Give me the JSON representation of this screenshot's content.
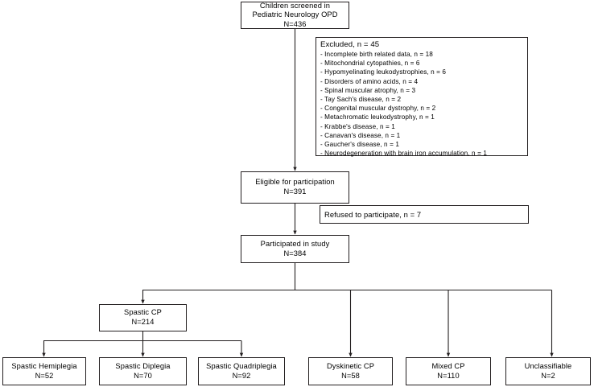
{
  "figure": {
    "type": "flowchart",
    "title_box": {
      "lines": [
        "Children screened in",
        "Pediatric Neurology OPD",
        "N=436"
      ]
    },
    "excluded_box": {
      "title": "Excluded, n = 45",
      "items": [
        "- Incomplete birth related data, n = 18",
        "- Mitochondrial cytopathies, n = 6",
        "- Hypomyelinating leukodystrophies, n = 6",
        "- Disorders of amino acids, n = 4",
        "- Spinal muscular atrophy, n = 3",
        "- Tay Sach's disease, n = 2",
        "- Congenital muscular dystrophy, n = 2",
        "- Metachromatic leukodystrophy, n = 1",
        "- Krabbe's disease, n = 1",
        "- Canavan's disease, n = 1",
        "- Gaucher's disease, n = 1",
        "- Neurodegeneration with brain iron accumulation, n = 1"
      ]
    },
    "eligible_box": {
      "lines": [
        "Eligible for participation",
        "N=391"
      ]
    },
    "refused_box": {
      "text": "Refused to participate, n = 7"
    },
    "participated_box": {
      "lines": [
        "Participated in study",
        "N=384"
      ]
    },
    "spastic_cp_box": {
      "lines": [
        "Spastic CP",
        "N=214"
      ]
    },
    "subtype_boxes": [
      {
        "lines": [
          "Spastic Hemiplegia",
          "N=52"
        ]
      },
      {
        "lines": [
          "Spastic Diplegia",
          "N=70"
        ]
      },
      {
        "lines": [
          "Spastic Quadriplegia",
          "N=92"
        ]
      },
      {
        "lines": [
          "Dyskinetic CP",
          "N=58"
        ]
      },
      {
        "lines": [
          "Mixed CP",
          "N=110"
        ]
      },
      {
        "lines": [
          "Unclassifiable",
          "N=2"
        ]
      }
    ],
    "colors": {
      "line": "#231f20",
      "box_border": "#231f20",
      "background": "#ffffff",
      "text": "#000000"
    }
  }
}
